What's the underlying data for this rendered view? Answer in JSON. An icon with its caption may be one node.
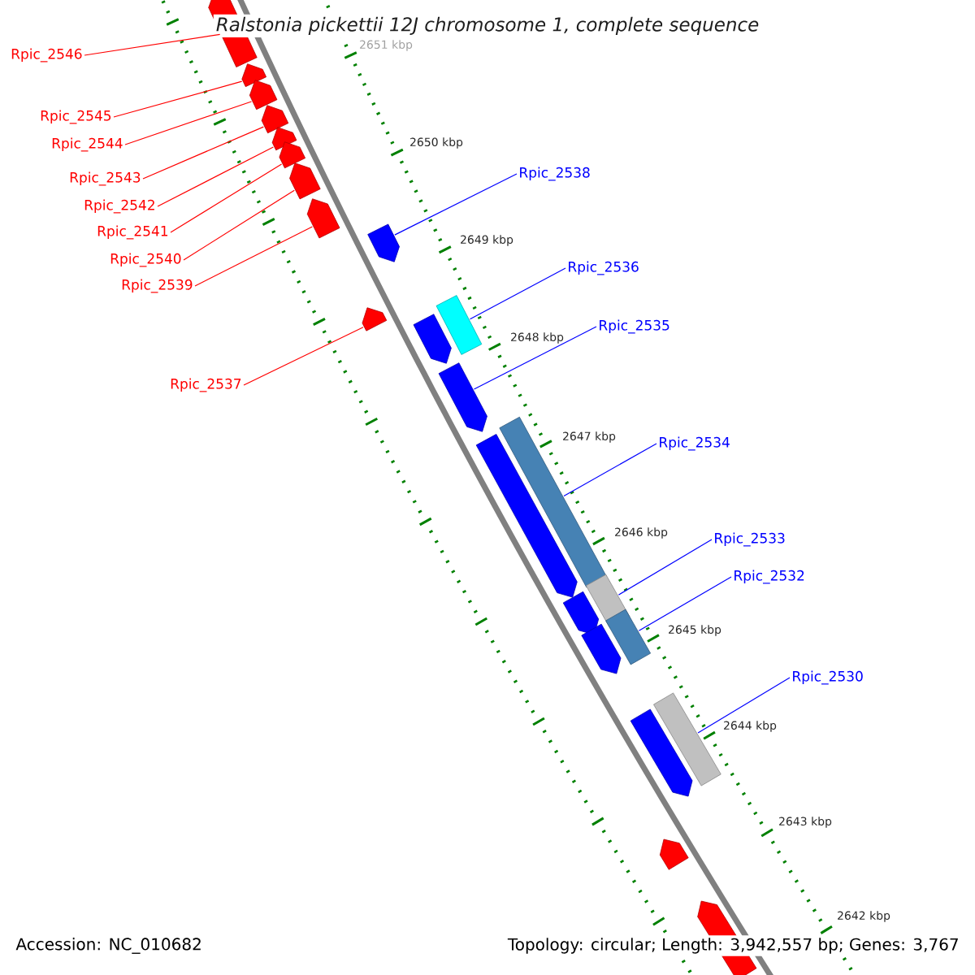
{
  "diagram": {
    "title": "Ralstonia pickettii 12J chromosome 1, complete sequence",
    "nodes": [
      {
        "text": [
          "Rpic_2546"
        ]
      },
      {
        "text": [
          "Rpic_2545"
        ]
      },
      {
        "text": [
          "Rpic_2544"
        ]
      },
      {
        "text": [
          "Rpic_2543"
        ]
      },
      {
        "text": [
          "Rpic_2542"
        ]
      },
      {
        "text": [
          "Rpic_2541"
        ]
      },
      {
        "text": [
          "Rpic_2540"
        ]
      },
      {
        "text": [
          "Rpic_2539"
        ]
      },
      {
        "text": [
          "Rpic_2537"
        ]
      },
      {
        "text": [
          "Rpic_2538"
        ]
      },
      {
        "text": [
          "Rpic_2536"
        ]
      },
      {
        "text": [
          "Rpic_2535"
        ]
      },
      {
        "text": [
          "Rpic_2534"
        ]
      },
      {
        "text": [
          "Rpic_2533"
        ]
      },
      {
        "text": [
          "Rpic_2532"
        ]
      },
      {
        "text": [
          "Rpic_2530"
        ]
      },
      {
        "text": [],
        "shape": "arrow"
      },
      {
        "text": [],
        "shape": "arrow"
      },
      {
        "text": [],
        "shape": "arrow"
      },
      {
        "text": [],
        "shape": "arrow"
      },
      {
        "text": [],
        "shape": "arrow"
      },
      {
        "text": [],
        "shape": "arrow"
      },
      {
        "text": [],
        "shape": "arrow"
      },
      {
        "text": [],
        "shape": "arrow"
      },
      {
        "text": [],
        "shape": "arrow"
      },
      {
        "text": [],
        "shape": "arrow"
      },
      {
        "text": [],
        "shape": "box"
      },
      {
        "text": [],
        "shape": "arrow"
      },
      {
        "text": [],
        "shape": "arrow"
      },
      {
        "text": [],
        "shape": "arrow"
      },
      {
        "text": [],
        "shape": "box"
      },
      {
        "text": [],
        "shape": "box"
      },
      {
        "text": [],
        "shape": "arrow"
      },
      {
        "text": [],
        "shape": "box"
      },
      {
        "text": [],
        "shape": "arrow"
      },
      {
        "text": [],
        "shape": "box"
      },
      {
        "text": [],
        "shape": "arrow"
      },
      {
        "text": [],
        "shape": "arrow"
      },
      {
        "text": [],
        "shape": "arrow"
      }
    ],
    "edges": [
      {
        "from": 0,
        "to": 16,
        "arrow": "none"
      },
      {
        "from": 1,
        "to": 17,
        "arrow": "none"
      },
      {
        "from": 2,
        "to": 18,
        "arrow": "none"
      },
      {
        "from": 3,
        "to": 19,
        "arrow": "none"
      },
      {
        "from": 4,
        "to": 20,
        "arrow": "none"
      },
      {
        "from": 5,
        "to": 21,
        "arrow": "none"
      },
      {
        "from": 6,
        "to": 22,
        "arrow": "none"
      },
      {
        "from": 7,
        "to": 23,
        "arrow": "none"
      },
      {
        "from": 8,
        "to": 24,
        "arrow": "none"
      },
      {
        "from": 9,
        "to": 25,
        "arrow": "none",
        "color": "#0000ff"
      },
      {
        "from": 10,
        "to": 26,
        "arrow": "none",
        "color": "#0000ff"
      },
      {
        "from": 11,
        "to": 28,
        "arrow": "none",
        "color": "#0000ff"
      },
      {
        "from": 12,
        "to": 30,
        "arrow": "none",
        "color": "#0000ff"
      },
      {
        "from": 13,
        "to": 31,
        "arrow": "none",
        "color": "#0000ff"
      },
      {
        "from": 14,
        "to": 33,
        "arrow": "none",
        "color": "#0000ff"
      },
      {
        "from": 15,
        "to": 35,
        "arrow": "none",
        "color": "#0000ff"
      }
    ],
    "labels": [
      "2651 kbp",
      "2650 kbp",
      "2649 kbp",
      "2648 kbp",
      "2647 kbp",
      "2646 kbp",
      "2645 kbp",
      "2644 kbp",
      "2643 kbp",
      "2642 kbp",
      "Accession: NC_010682",
      "Topology: circular; Length: 3,942,557 bp; Genes: 3,767"
    ]
  }
}
